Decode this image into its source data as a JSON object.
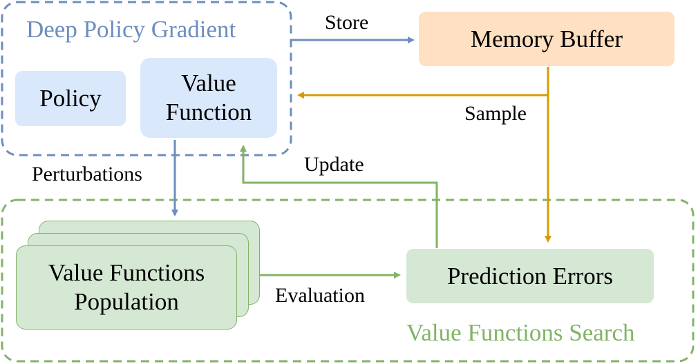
{
  "groups": {
    "deep_policy_gradient": {
      "title": "Deep Policy Gradient"
    },
    "value_functions_search": {
      "title": "Value Functions Search"
    }
  },
  "nodes": {
    "policy": "Policy",
    "value_function_line1": "Value",
    "value_function_line2": "Function",
    "memory_buffer": "Memory Buffer",
    "population_line1": "Value Functions",
    "population_line2": "Population",
    "prediction_errors": "Prediction Errors"
  },
  "edges": {
    "store": "Store",
    "sample": "Sample",
    "perturbations": "Perturbations",
    "update": "Update",
    "evaluation": "Evaluation"
  },
  "colors": {
    "blue": "#6c8ebf",
    "blue_fill": "#dae8fc",
    "orange": "#d79b00",
    "orange_fill": "#ffe0c2",
    "green": "#82b366",
    "green_fill": "#d5e8d4"
  }
}
